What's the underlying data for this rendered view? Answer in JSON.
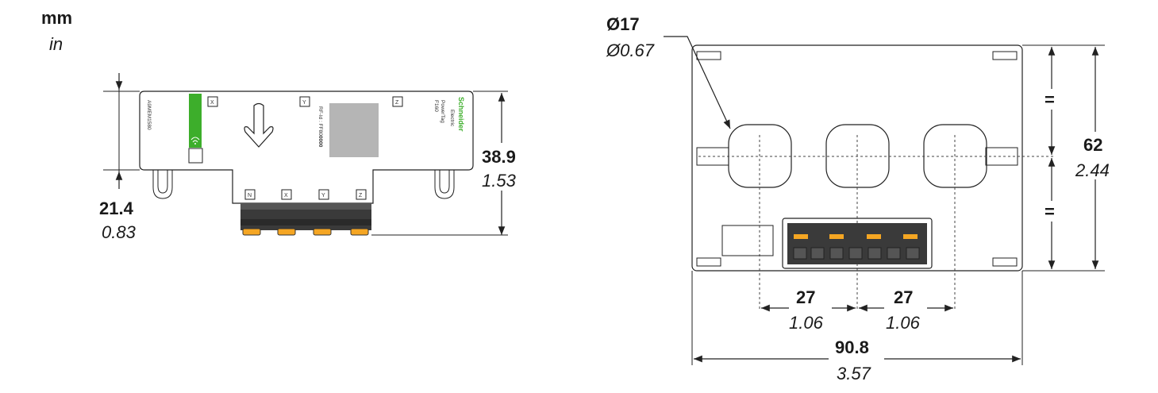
{
  "units": {
    "primary": "mm",
    "secondary": "in"
  },
  "left_view": {
    "label_side": "A9MEM1580",
    "channel_labels_top": [
      "X",
      "Y",
      "Z"
    ],
    "channel_labels_bottom": [
      "N",
      "X",
      "Y",
      "Z"
    ],
    "rf_id": "RF-Id : FF80",
    "rf_id_bold": "0000",
    "product_line1": "PowerTag",
    "product_line2": "F160",
    "brand_line1": "Schneider",
    "brand_line2": "Electric",
    "dim_height_total": {
      "mm": "38.9",
      "in": "1.53"
    },
    "dim_height_body": {
      "mm": "21.4",
      "in": "0.83"
    }
  },
  "right_view": {
    "hole_diameter": {
      "mm": "Ø17",
      "in": "Ø0.67"
    },
    "equal_mark_top": "=",
    "equal_mark_bottom": "=",
    "dim_height": {
      "mm": "62",
      "in": "2.44"
    },
    "dim_pitch_1": {
      "mm": "27",
      "in": "1.06"
    },
    "dim_pitch_2": {
      "mm": "27",
      "in": "1.06"
    },
    "dim_width": {
      "mm": "90.8",
      "in": "3.57"
    }
  },
  "colors": {
    "brand_green": "#3dae2b",
    "connector_orange": "#f5a623",
    "connector_dark": "#3a3a3a",
    "label_grey": "#b5b5b5"
  }
}
